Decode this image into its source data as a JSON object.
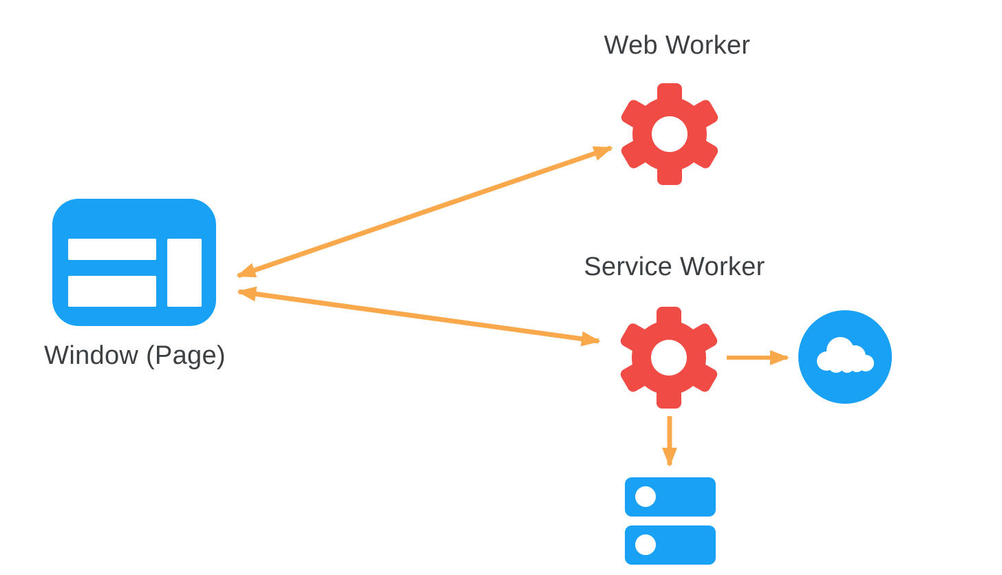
{
  "diagram": {
    "nodes": {
      "window": {
        "label": "Window (Page)",
        "icon": "browser-window-icon"
      },
      "web_worker": {
        "label": "Web Worker",
        "icon": "gear-icon"
      },
      "service_worker": {
        "label": "Service Worker",
        "icon": "gear-icon"
      },
      "network": {
        "icon": "cloud-icon"
      },
      "storage": {
        "icon": "database-stack-icon"
      }
    },
    "edges": [
      {
        "from": "window",
        "to": "web_worker",
        "direction": "bidirectional"
      },
      {
        "from": "window",
        "to": "service_worker",
        "direction": "bidirectional"
      },
      {
        "from": "service_worker",
        "to": "network",
        "direction": "one-way"
      },
      {
        "from": "service_worker",
        "to": "storage",
        "direction": "one-way"
      }
    ]
  },
  "colors": {
    "background": "#ffffff",
    "blue": "#19a2f5",
    "red": "#f04b45",
    "orange": "#f9a84b",
    "text": "#3c4043"
  }
}
